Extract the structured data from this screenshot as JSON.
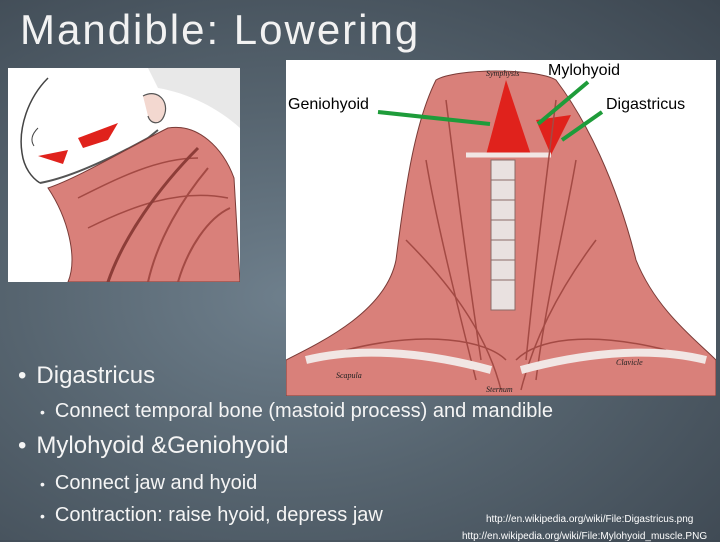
{
  "slide": {
    "title": "Mandible: Lowering"
  },
  "figure": {
    "labels": {
      "mylohyoid": "Mylohyoid",
      "geniohyoid": "Geniohyoid",
      "digastricus": "Digastricus"
    },
    "illustration_labels": {
      "symphysis": "Symphysis",
      "sternum": "Sternum",
      "scapula": "Scapula",
      "clavicle": "Clavicle"
    },
    "colors": {
      "muscle": "#d9807a",
      "muscle_dark": "#a34a44",
      "highlight": "#e0221c",
      "pointer": "#1e9c3a"
    }
  },
  "bullets": [
    {
      "text": "Digastricus",
      "sub": [
        "Connect temporal bone (mastoid process) and mandible"
      ]
    },
    {
      "text": "Mylohyoid &Geniohyoid",
      "sub": [
        "Connect jaw and hyoid",
        "Contraction: raise hyoid, depress jaw"
      ]
    }
  ],
  "sources": [
    "http://en.wikipedia.org/wiki/File:Digastricus.png",
    "http://en.wikipedia.org/wiki/File:Mylohyoid_muscle.PNG"
  ]
}
